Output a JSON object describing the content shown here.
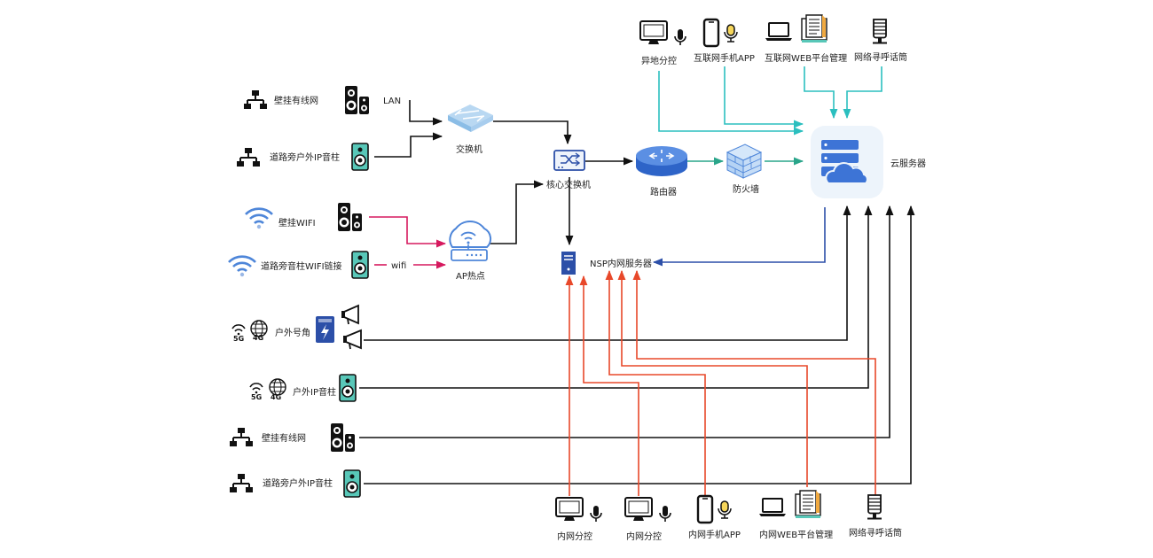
{
  "colors": {
    "black": "#111111",
    "teal": "#2bbfbf",
    "green": "#2aa58a",
    "magenta": "#d6195e",
    "orange": "#e8482a",
    "blue": "#2c4fa8",
    "speaker_teal": "#58c7b8",
    "cloud_bg": "#edf4fb",
    "cloud_blue": "#3d74d6",
    "wifi_blue": "#4e86d9"
  },
  "left": {
    "wall_wired_top": "壁挂有线网",
    "road_ip_top": "道路旁户外IP音柱",
    "lan": "LAN",
    "wall_wifi": "壁挂WIFI",
    "road_wifi": "道路旁音柱WIFI链接",
    "wifi": "wifi",
    "outdoor_horn": "户外号角",
    "outdoor_ip": "户外IP音柱",
    "wall_wired_bottom": "壁挂有线网",
    "road_ip_bottom": "道路旁户外IP音柱",
    "badge_5g": "5G",
    "badge_4g": "4G"
  },
  "center": {
    "switch": "交换机",
    "core_switch": "核心交换机",
    "ap": "AP热点",
    "router": "路由器",
    "firewall": "防火墙",
    "nsp": "NSP内网服务器",
    "cloud": "云服务器"
  },
  "top": {
    "remote_control": "异地分控",
    "internet_app": "互联网手机APP",
    "internet_web": "互联网WEB平台管理",
    "paging_mic": "网络寻呼话筒"
  },
  "bottom": {
    "intranet_control_1": "内网分控",
    "intranet_control_2": "内网分控",
    "intranet_app": "内网手机APP",
    "intranet_web": "内网WEB平台管理",
    "paging_mic": "网络寻呼话筒"
  },
  "icons": [
    "lan-icon",
    "speaker-icon",
    "outdoor-speaker-icon",
    "wifi-icon",
    "network-switch-icon",
    "core-switch-icon",
    "ap-cloud-icon",
    "router-icon",
    "firewall-icon",
    "server-icon",
    "cloud-server-icon",
    "monitor-icon",
    "microphone-icon",
    "phone-icon",
    "laptop-icon",
    "document-icon",
    "paging-mic-icon",
    "horn-icon",
    "power-box-icon",
    "globe-icon"
  ]
}
